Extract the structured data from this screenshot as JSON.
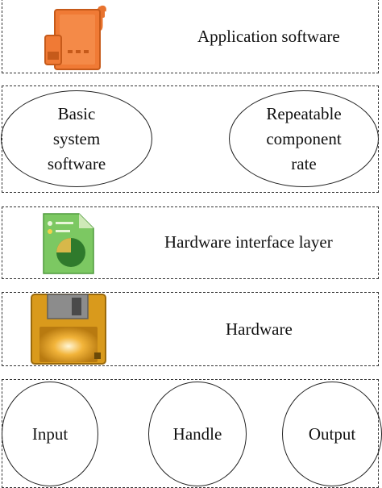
{
  "layers": {
    "application": {
      "label": "Application software",
      "icon": "usb-drive-icon",
      "color": "#f07a35"
    },
    "system": {
      "items": [
        {
          "lines": [
            "Basic",
            "system",
            "software"
          ]
        },
        {
          "lines": [
            "Repeatable",
            "component",
            "rate"
          ]
        }
      ]
    },
    "interface": {
      "label": "Hardware interface layer",
      "icon": "pie-chart-document-icon",
      "color": "#3f8f3a"
    },
    "hardware": {
      "label": "Hardware",
      "icon": "floppy-disk-icon",
      "color": "#d99a1c"
    },
    "io": {
      "items": [
        "Input",
        "Handle",
        "Output"
      ]
    }
  }
}
